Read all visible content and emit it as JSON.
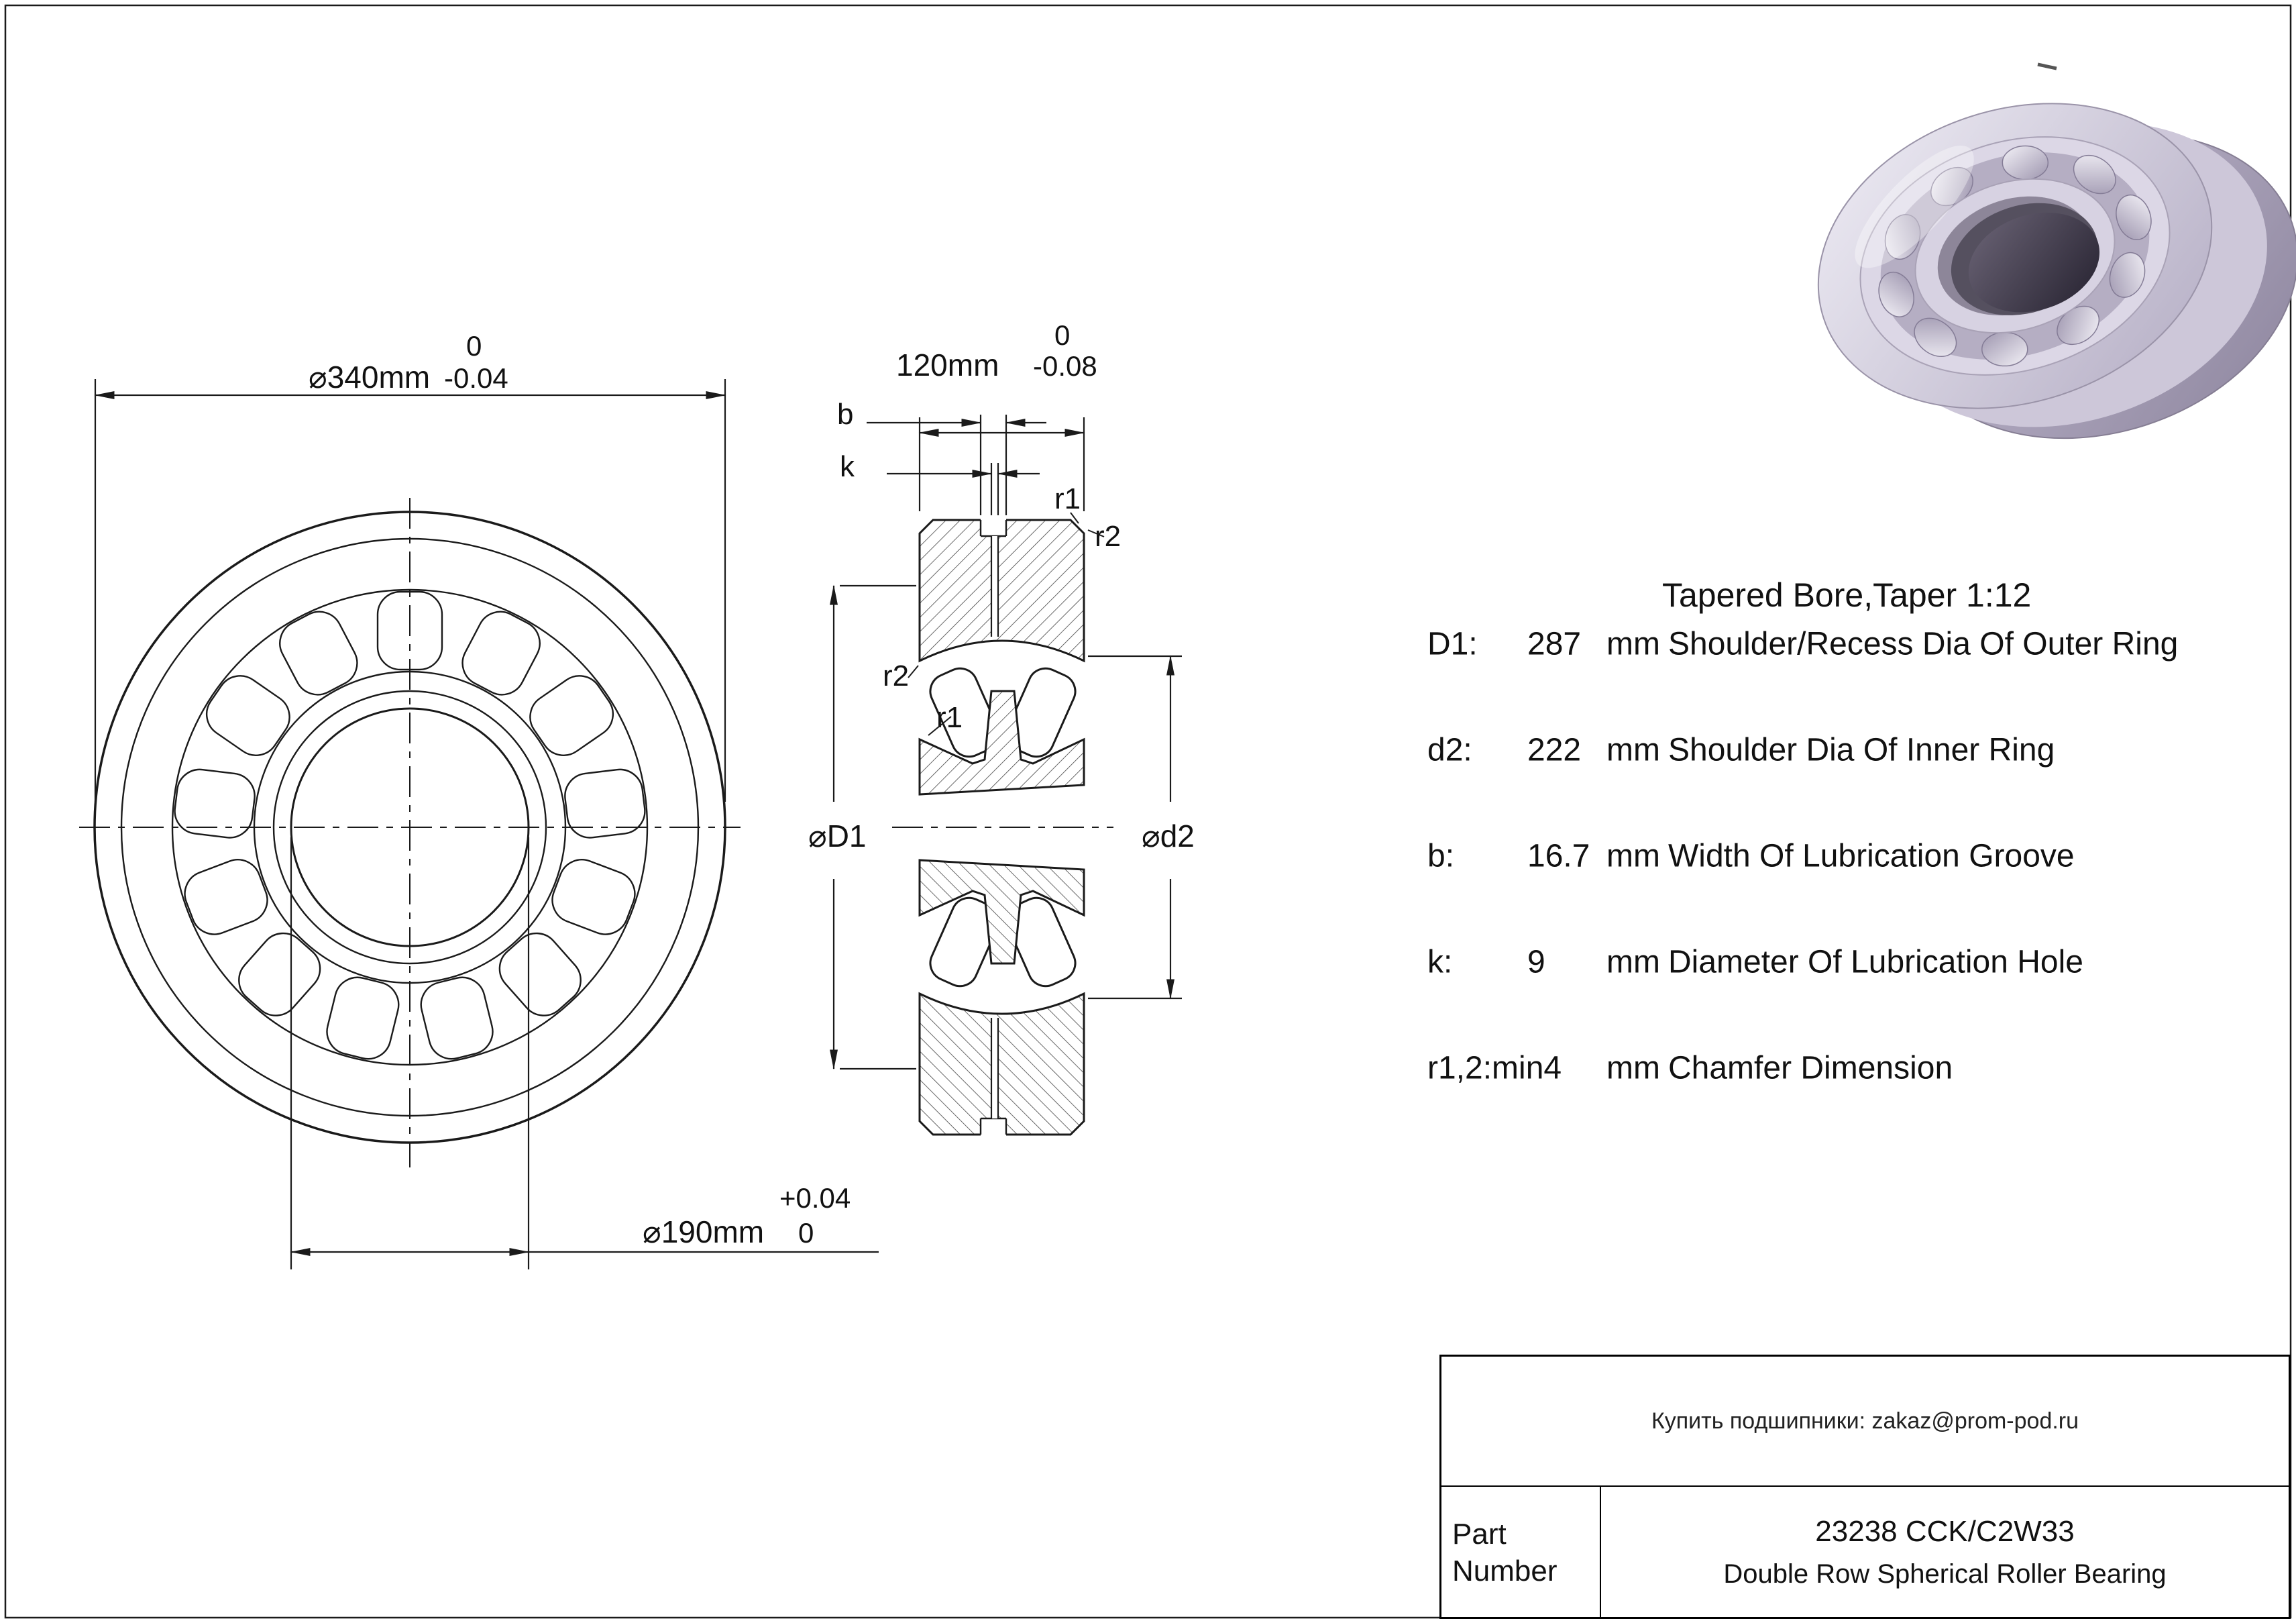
{
  "page": {
    "bg": "#ffffff",
    "line_color": "#1a1a1a"
  },
  "front_view": {
    "roller_count": 13,
    "od_dim": {
      "text": "⌀340mm",
      "upper": "0",
      "lower": "-0.04"
    },
    "bore_dim": {
      "text": "⌀190mm",
      "upper": "+0.04",
      "lower": "0"
    }
  },
  "section_view": {
    "width_dim": {
      "text": "120mm",
      "upper": "0",
      "lower": "-0.08"
    },
    "b_label": "b",
    "k_label": "k",
    "r1_top": "r1",
    "r2_top": "r2",
    "r2_left": "r2",
    "r1_left": "r1",
    "d1_label": "⌀D1",
    "d2_label": "⌀d2"
  },
  "specs": {
    "taper_note": "Tapered Bore,Taper 1:12",
    "rows": [
      {
        "label": "D1:",
        "value": "287",
        "unit": "mm",
        "desc": "Shoulder/Recess Dia Of Outer Ring"
      },
      {
        "label": "d2:",
        "value": "222",
        "unit": "mm",
        "desc": "Shoulder Dia Of Inner Ring"
      },
      {
        "label": "b:",
        "value": "16.7",
        "unit": "mm",
        "desc": "Width Of Lubrication Groove"
      },
      {
        "label": "k:",
        "value": "9",
        "unit": "mm",
        "desc": "Diameter Of Lubrication Hole"
      },
      {
        "label": "r1,2:min4",
        "value": "",
        "unit": "mm",
        "desc": "Chamfer Dimension"
      }
    ]
  },
  "title_block": {
    "contact": "Купить подшипники: zakaz@prom-pod.ru",
    "part_label": "Part Number",
    "part_number": "23238 CCK/C2W33",
    "part_desc": "Double Row Spherical Roller Bearing"
  }
}
